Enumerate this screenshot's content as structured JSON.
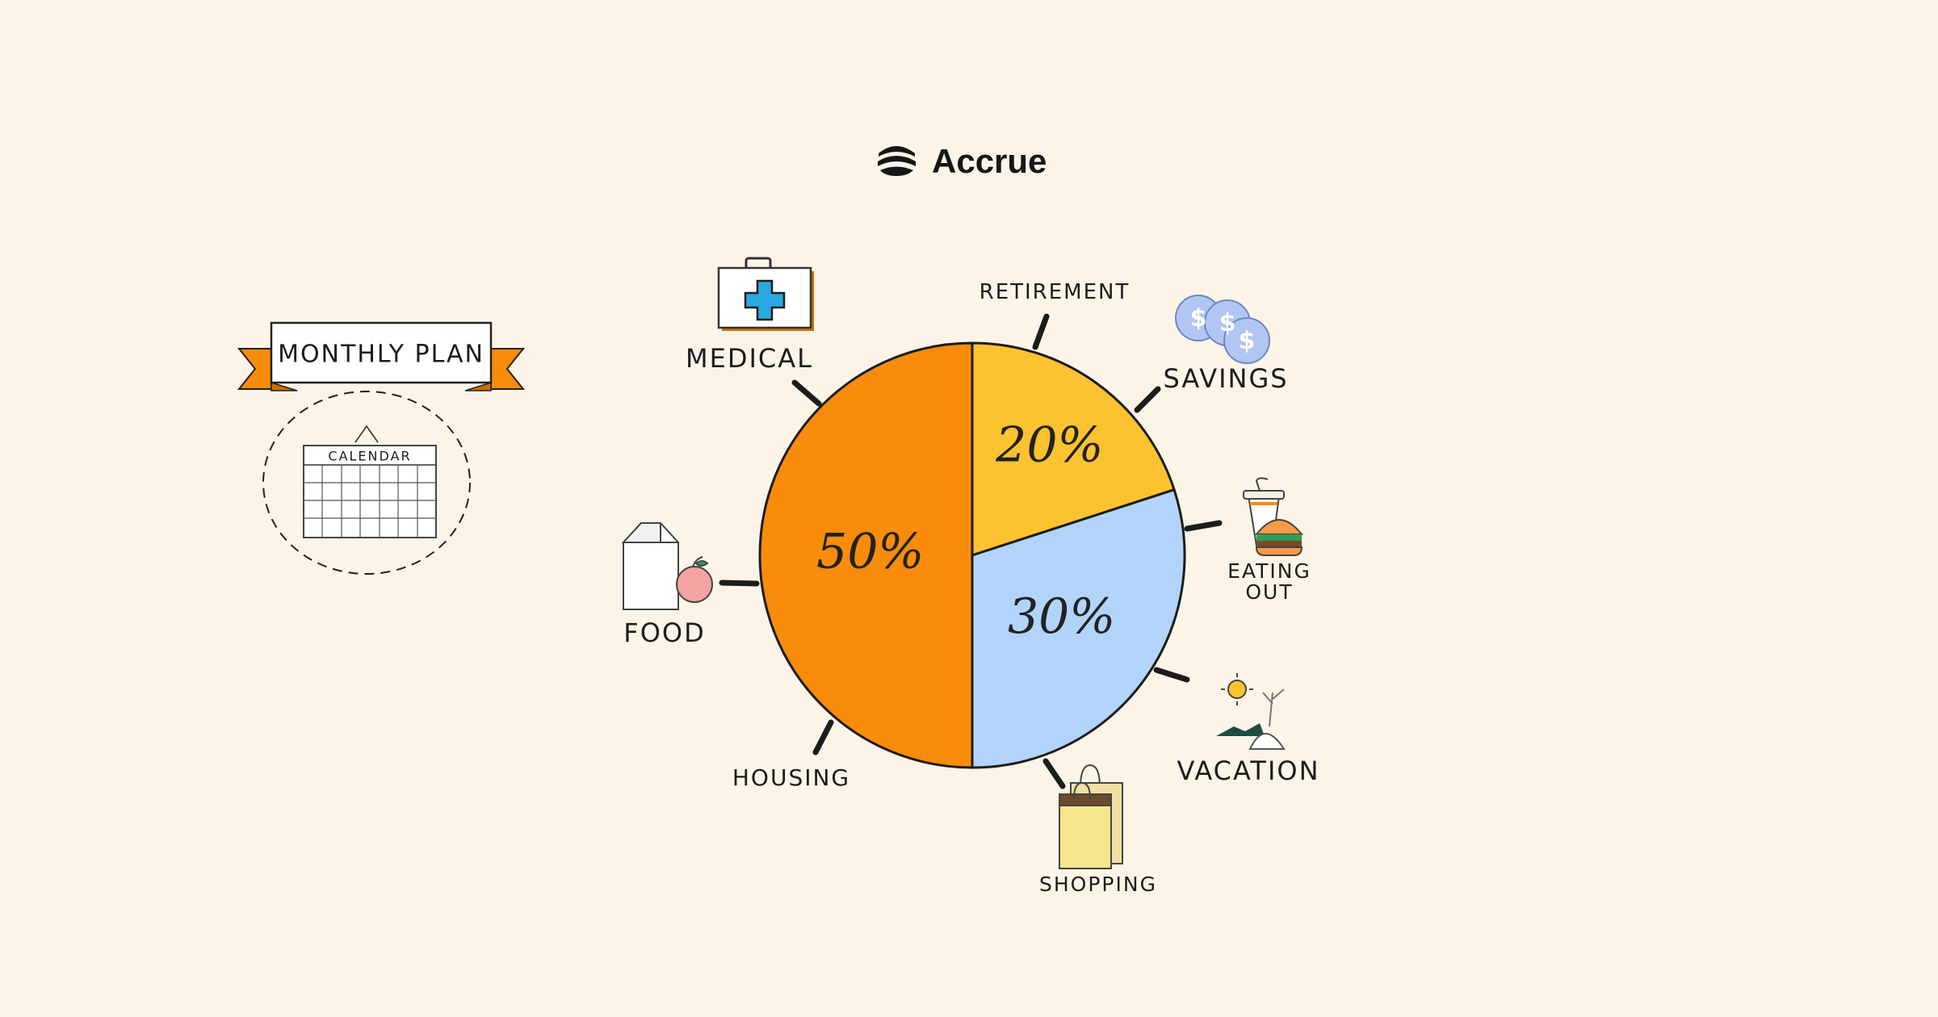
{
  "brand": {
    "name": "Accrue",
    "logo_icon": "stacked-waves-icon"
  },
  "banner": {
    "title": "MONTHLY PLAN"
  },
  "calendar": {
    "label": "CALENDAR",
    "icon": "calendar-icon"
  },
  "chart_data": {
    "type": "pie",
    "slices": [
      {
        "label": "50%",
        "value": 50,
        "color": "#f98c0a"
      },
      {
        "label": "20%",
        "value": 20,
        "color": "#fdc22f"
      },
      {
        "label": "30%",
        "value": 30,
        "color": "#b2d4fb"
      }
    ],
    "annotations": {
      "retirement": "RETIREMENT",
      "savings": "SAVINGS",
      "eating_out_1": "EATING",
      "eating_out_2": "OUT",
      "vacation": "VACATION",
      "shopping": "SHOPPING",
      "housing": "HOUSING",
      "food": "FOOD",
      "medical": "MEDICAL"
    },
    "icons": {
      "medical": "first-aid-kit-icon",
      "savings": "coins-icon",
      "eating_out": "drink-burger-icon",
      "vacation": "beach-icon",
      "shopping": "shopping-bags-icon",
      "food": "milk-apple-icon"
    }
  }
}
